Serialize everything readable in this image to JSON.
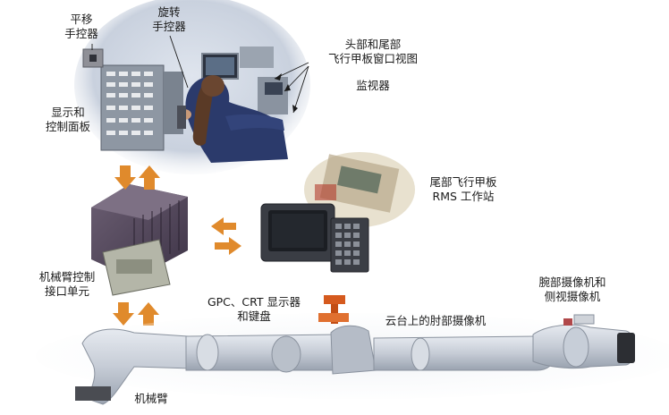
{
  "labels": {
    "translation_controller_line1": "平移",
    "translation_controller_line2": "手控器",
    "rotation_controller_line1": "旋转",
    "rotation_controller_line2": "手控器",
    "window_view_line1": "头部和尾部",
    "window_view_line2": "飞行甲板窗口视图",
    "window_view_line3": "监视器",
    "display_panel_line1": "显示和",
    "display_panel_line2": "控制面板",
    "aft_station_line1": "尾部飞行甲板",
    "aft_station_line2": "RMS 工作站",
    "interface_unit_line1": "机械臂控制",
    "interface_unit_line2": "接口单元",
    "gpc_line1": "GPC、CRT 显示器",
    "gpc_line2": "和键盘",
    "elbow_camera": "云台上的肘部摄像机",
    "wrist_camera_line1": "腕部摄像机和",
    "wrist_camera_line2": "侧视摄像机",
    "arm": "机械臂"
  },
  "colors": {
    "arrow": "#e08a2c",
    "arm_body": "#c7ced8",
    "cabin_bg": "#cfd6e2",
    "crew_shirt": "#2b3a6b"
  }
}
